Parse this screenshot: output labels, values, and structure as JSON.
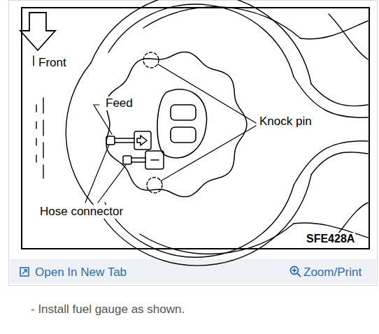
{
  "diagram": {
    "caption": "- Install fuel gauge as shown.",
    "labels": [
      "Front",
      "Feed",
      "Knock pin",
      "Hose connector",
      "SFE428A",
      "Open In New Tab",
      "Zoom/Print"
    ]
  }
}
